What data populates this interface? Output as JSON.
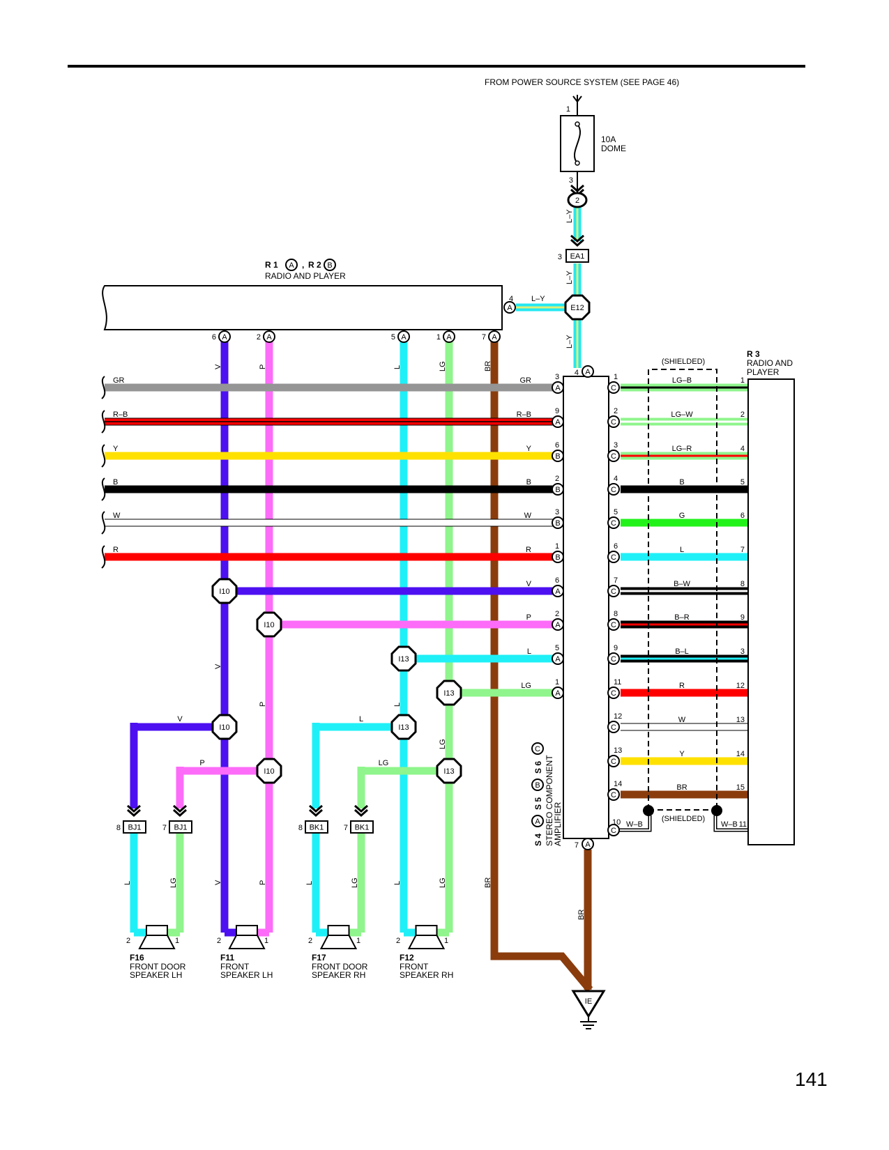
{
  "page_number": "141",
  "power_source": "FROM POWER SOURCE SYSTEM (SEE PAGE 46)",
  "fuse": {
    "rating": "10A",
    "name": "DOME",
    "pin_top": "1",
    "pin_bottom": "3"
  },
  "colors": {
    "GR": "#959595",
    "R": "#ff0000",
    "Y": "#ffe100",
    "B": "#000000",
    "W": "#ffffff",
    "V": "#4d10f0",
    "P": "#fc6cf8",
    "L": "#1ff0f7",
    "LG": "#8ff58c",
    "BR": "#8b3c0d",
    "G": "#22f21a",
    "LY_L": "#24e8f2",
    "LY_Y": "#dcf07a"
  },
  "connectors": {
    "c2": "2",
    "ea1": "EA1",
    "ea1_pin": "3",
    "e12": "E12",
    "i10": "I10",
    "i13": "I13",
    "bj1": "BJ1",
    "bk1": "BK1",
    "ie": "IE"
  },
  "radio": {
    "r1": "R 1",
    "r1_tag": "A",
    "sep": ",",
    "r2": "R 2",
    "r2_tag": "B",
    "title": "RADIO AND PLAYER",
    "pin_4": "4",
    "pin_6": "6",
    "pin_2": "2",
    "pin_5": "5",
    "pin_1": "1",
    "pin_7": "7"
  },
  "r3": {
    "id": "R 3",
    "name_line1": "RADIO AND",
    "name_line2": "PLAYER"
  },
  "amp": {
    "s4": "S 4",
    "s4_tag": "A",
    "s5": "S 5",
    "s5_tag": "B",
    "s6": "S 6",
    "s6_tag": "C",
    "name_line1": "STEREO COMPONENT",
    "name_line2": "AMPLIFIER",
    "top_pin": "4",
    "bottom_pin": "7"
  },
  "shielded": "(SHIELDED)",
  "wire_labels": {
    "LY": "L–Y",
    "V": "V",
    "P": "P",
    "L": "L",
    "LG": "LG",
    "BR": "BR",
    "WB": "W–B"
  },
  "left_wires": [
    {
      "label": "GR",
      "pin": "3",
      "tag": "A"
    },
    {
      "label": "R–B",
      "pin": "9",
      "tag": "A"
    },
    {
      "label": "Y",
      "pin": "6",
      "tag": "B"
    },
    {
      "label": "B",
      "pin": "2",
      "tag": "B"
    },
    {
      "label": "W",
      "pin": "3",
      "tag": "B"
    },
    {
      "label": "R",
      "pin": "1",
      "tag": "B"
    },
    {
      "label": "V",
      "pin": "6",
      "tag": "A"
    },
    {
      "label": "P",
      "pin": "2",
      "tag": "A"
    },
    {
      "label": "L",
      "pin": "5",
      "tag": "A"
    },
    {
      "label": "LG",
      "pin": "1",
      "tag": "A"
    }
  ],
  "right_wires": [
    {
      "label": "LG–B",
      "amp_pin": "1",
      "r3_pin": "1"
    },
    {
      "label": "LG–W",
      "amp_pin": "2",
      "r3_pin": "2"
    },
    {
      "label": "LG–R",
      "amp_pin": "3",
      "r3_pin": "4"
    },
    {
      "label": "B",
      "amp_pin": "4",
      "r3_pin": "5"
    },
    {
      "label": "G",
      "amp_pin": "5",
      "r3_pin": "6"
    },
    {
      "label": "L",
      "amp_pin": "6",
      "r3_pin": "7"
    },
    {
      "label": "B–W",
      "amp_pin": "7",
      "r3_pin": "8"
    },
    {
      "label": "B–R",
      "amp_pin": "8",
      "r3_pin": "9"
    },
    {
      "label": "B–L",
      "amp_pin": "9",
      "r3_pin": "3"
    },
    {
      "label": "R",
      "amp_pin": "11",
      "r3_pin": "12"
    },
    {
      "label": "W",
      "amp_pin": "12",
      "r3_pin": "13"
    },
    {
      "label": "Y",
      "amp_pin": "13",
      "r3_pin": "14"
    },
    {
      "label": "BR",
      "amp_pin": "14",
      "r3_pin": "15"
    },
    {
      "label": "",
      "amp_pin": "10",
      "r3_pin": "11"
    }
  ],
  "speakers": [
    {
      "id": "F16",
      "line1": "FRONT DOOR",
      "line2": "SPEAKER LH",
      "connector": "BJ1",
      "pin_a": "8",
      "pin_b": "7",
      "term_left": "2",
      "term_right": "1"
    },
    {
      "id": "F11",
      "line1": "FRONT",
      "line2": "SPEAKER LH",
      "term_left": "2",
      "term_right": "1"
    },
    {
      "id": "F17",
      "line1": "FRONT DOOR",
      "line2": "SPEAKER RH",
      "connector": "BK1",
      "pin_a": "8",
      "pin_b": "7",
      "term_left": "2",
      "term_right": "1"
    },
    {
      "id": "F12",
      "line1": "FRONT",
      "line2": "SPEAKER RH",
      "term_left": "2",
      "term_right": "1"
    }
  ]
}
